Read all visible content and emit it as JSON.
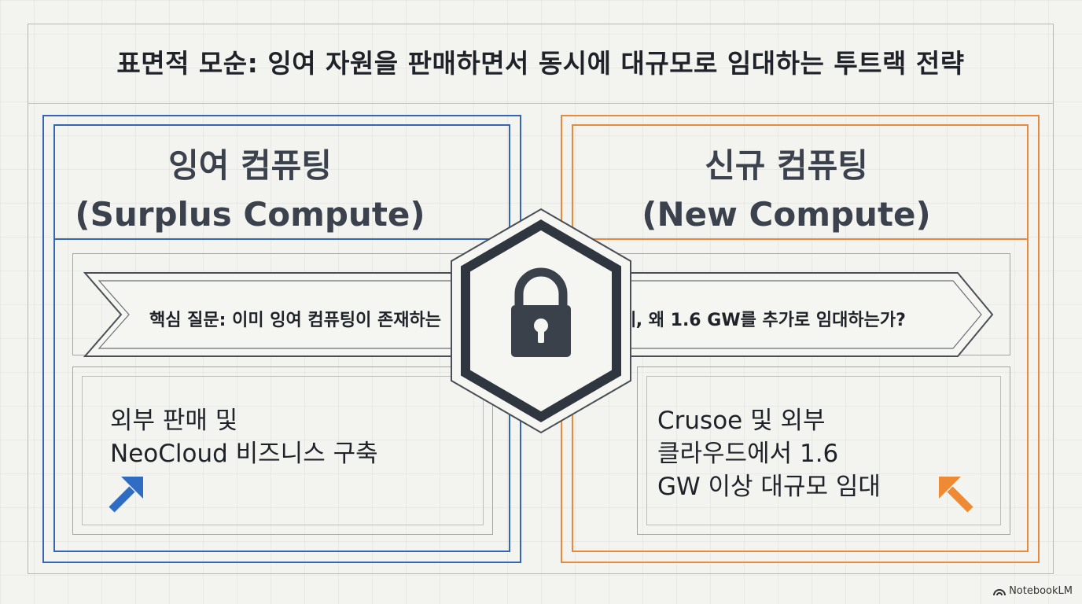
{
  "slide": {
    "title": "표면적 모순: 잉여 자원을 판매하면서 동시에 대규모로 임대하는 투트랙 전략"
  },
  "left_panel": {
    "title_line1": "잉여 컴퓨팅",
    "title_line2": "(Surplus Compute)",
    "body_line1": "외부 판매 및",
    "body_line2": "NeoCloud 비즈니스 구축",
    "arrow_icon": "arrow-up-right-icon",
    "accent": "#3466b2"
  },
  "right_panel": {
    "title_line1": "신규 컴퓨팅",
    "title_line2": "(New Compute)",
    "body_line1": "Crusoe 및 외부",
    "body_line2": "클라우드에서 1.6",
    "body_line3": "GW 이상 대규모 임대",
    "arrow_icon": "arrow-up-left-icon",
    "accent": "#e88a3c"
  },
  "banner": {
    "text_left": "핵심 질문: 이미 잉여 컴퓨팅이 존재하는",
    "text_right": "하는데, 왜 1.6 GW를 추가로 임대하는가?",
    "center_icon": "lock-icon"
  },
  "branding": {
    "label": "NotebookLM",
    "icon": "notebooklm-logo-icon"
  }
}
